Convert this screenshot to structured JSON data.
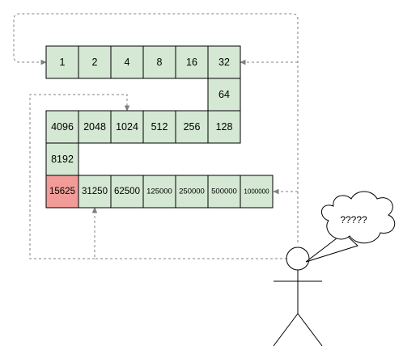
{
  "colors": {
    "cell_fill": "#d5e8d4",
    "highlight_fill": "#f19c99",
    "connector": "#808080"
  },
  "cells": [
    {
      "label": "1"
    },
    {
      "label": "2"
    },
    {
      "label": "4"
    },
    {
      "label": "8"
    },
    {
      "label": "16"
    },
    {
      "label": "32"
    },
    {
      "label": "64"
    },
    {
      "label": "128"
    },
    {
      "label": "256"
    },
    {
      "label": "512"
    },
    {
      "label": "1024"
    },
    {
      "label": "2048"
    },
    {
      "label": "4096"
    },
    {
      "label": "8192"
    },
    {
      "label": "15625",
      "highlighted": true
    },
    {
      "label": "31250"
    },
    {
      "label": "62500"
    },
    {
      "label": "125000"
    },
    {
      "label": "250000"
    },
    {
      "label": "500000"
    },
    {
      "label": "1000000"
    }
  ],
  "figure": {
    "icon": "stick-figure-icon",
    "thought": "?????"
  }
}
